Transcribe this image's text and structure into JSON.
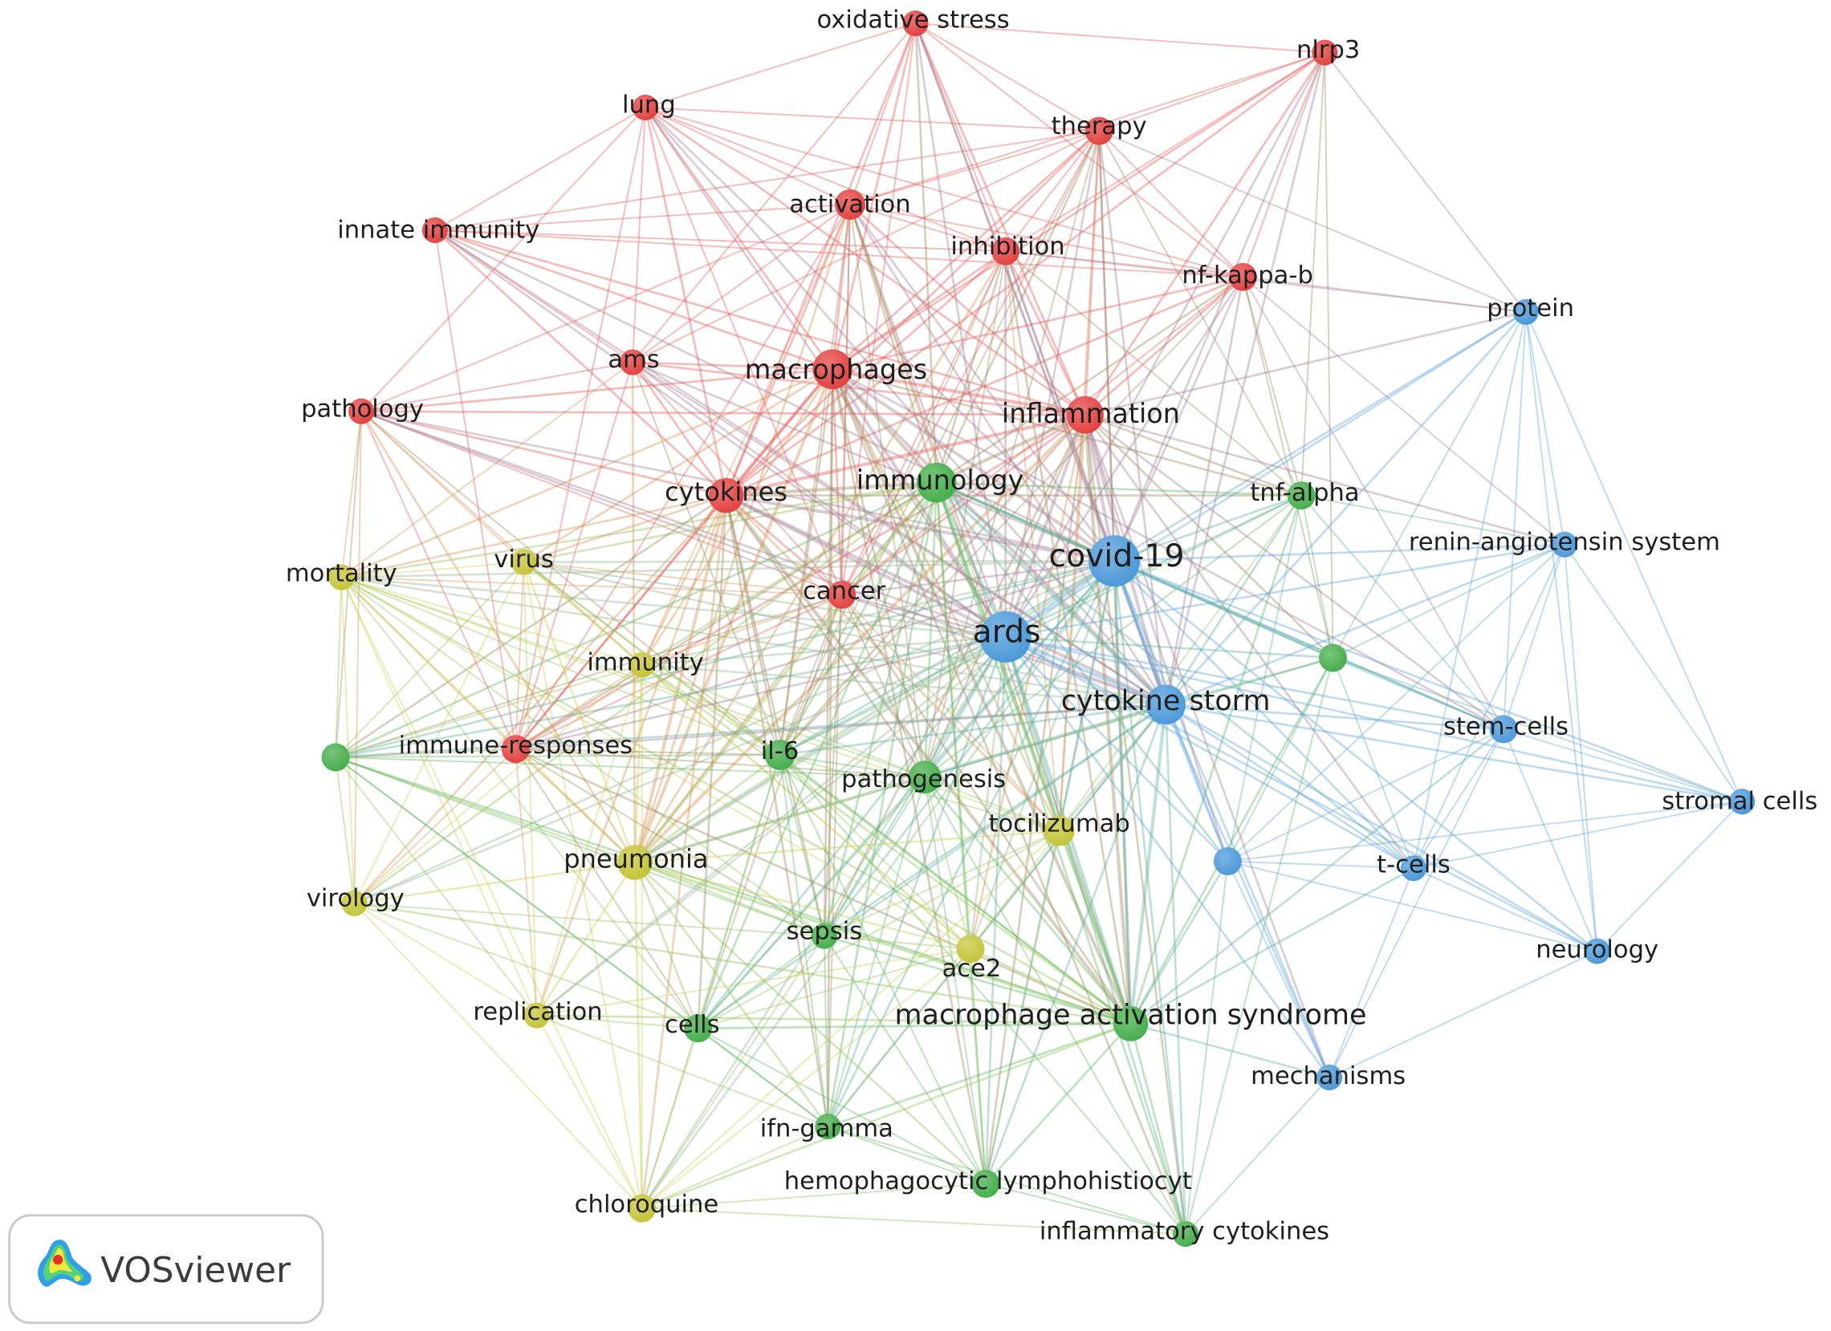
{
  "cluster_colors": {
    "1": "#e2403e",
    "2": "#43ad49",
    "3": "#4a98d8",
    "4": "#c4c336"
  },
  "nodes": [
    {
      "label": "oxidative stress",
      "cluster": 1
    },
    {
      "label": "nlrp3",
      "cluster": 1
    },
    {
      "label": "lung",
      "cluster": 1
    },
    {
      "label": "therapy",
      "cluster": 1
    },
    {
      "label": "activation",
      "cluster": 1
    },
    {
      "label": "innate immunity",
      "cluster": 1
    },
    {
      "label": "inhibition",
      "cluster": 1
    },
    {
      "label": "nf-kappa-b",
      "cluster": 1
    },
    {
      "label": "protein",
      "cluster": 3
    },
    {
      "label": "ams",
      "cluster": 1
    },
    {
      "label": "macrophages",
      "cluster": 1
    },
    {
      "label": "pathology",
      "cluster": 1
    },
    {
      "label": "inflammation",
      "cluster": 1
    },
    {
      "label": "immunology",
      "cluster": 2
    },
    {
      "label": "cytokines",
      "cluster": 1
    },
    {
      "label": "tnf-alpha",
      "cluster": 2
    },
    {
      "label": "covid-19",
      "cluster": 3
    },
    {
      "label": "renin-angiotensin system",
      "cluster": 3
    },
    {
      "label": "mortality",
      "cluster": 4
    },
    {
      "label": "virus",
      "cluster": 4
    },
    {
      "label": "cancer",
      "cluster": 1
    },
    {
      "label": "ards",
      "cluster": 3
    },
    {
      "label": "immunity",
      "cluster": 4
    },
    {
      "label": "",
      "cluster": 2
    },
    {
      "label": "cytokine storm",
      "cluster": 3
    },
    {
      "label": "stem-cells",
      "cluster": 3
    },
    {
      "label": "",
      "cluster": 2
    },
    {
      "label": "immune-responses",
      "cluster": 1
    },
    {
      "label": "il-6",
      "cluster": 2
    },
    {
      "label": "pathogenesis",
      "cluster": 2
    },
    {
      "label": "stromal cells",
      "cluster": 3
    },
    {
      "label": "tocilizumab",
      "cluster": 4
    },
    {
      "label": "",
      "cluster": 3
    },
    {
      "label": "t-cells",
      "cluster": 3
    },
    {
      "label": "pneumonia",
      "cluster": 4
    },
    {
      "label": "virology",
      "cluster": 4
    },
    {
      "label": "sepsis",
      "cluster": 2
    },
    {
      "label": "ace2",
      "cluster": 4
    },
    {
      "label": "neurology",
      "cluster": 3
    },
    {
      "label": "replication",
      "cluster": 4
    },
    {
      "label": "cells",
      "cluster": 2
    },
    {
      "label": "macrophage activation syndrome",
      "cluster": 2
    },
    {
      "label": "mechanisms",
      "cluster": 3
    },
    {
      "label": "ifn-gamma",
      "cluster": 2
    },
    {
      "label": "hemophagocytic lymphohistiocyt",
      "cluster": 2
    },
    {
      "label": "chloroquine",
      "cluster": 4
    },
    {
      "label": "inflammatory cytokines",
      "cluster": 2
    }
  ],
  "adjacency": [
    [
      1,
      2,
      3,
      4,
      6,
      7,
      9,
      10,
      12,
      13,
      14,
      16,
      20,
      21,
      24
    ],
    [
      3,
      4,
      6,
      7,
      8,
      10,
      12,
      14,
      15,
      16,
      21,
      23,
      24
    ],
    [
      3,
      4,
      5,
      6,
      7,
      9,
      10,
      11,
      12,
      14,
      16,
      20,
      21,
      24,
      27
    ],
    [
      4,
      5,
      6,
      7,
      8,
      9,
      10,
      12,
      13,
      14,
      15,
      16,
      20,
      21,
      24,
      28,
      29,
      31,
      41
    ],
    [
      5,
      6,
      7,
      9,
      10,
      11,
      12,
      13,
      14,
      16,
      20,
      21,
      22,
      24,
      27,
      28,
      29,
      31,
      34,
      41,
      43
    ],
    [
      6,
      7,
      9,
      10,
      12,
      14,
      16,
      21,
      24,
      27
    ],
    [
      7,
      8,
      10,
      12,
      13,
      14,
      15,
      16,
      20,
      21,
      24,
      28,
      29,
      31,
      34,
      41
    ],
    [
      8,
      10,
      12,
      13,
      14,
      15,
      16,
      17,
      20,
      21,
      23,
      24,
      25,
      28
    ],
    [
      12,
      16,
      17,
      21,
      23,
      24,
      25,
      30,
      33,
      38
    ],
    [
      10,
      11,
      12,
      14,
      16,
      18,
      20,
      21,
      24,
      27,
      28,
      34
    ],
    [
      11,
      12,
      13,
      14,
      15,
      16,
      18,
      19,
      20,
      21,
      22,
      24,
      25,
      27,
      28,
      29,
      31,
      34,
      36,
      41,
      43,
      44,
      46
    ],
    [
      12,
      14,
      16,
      18,
      19,
      20,
      21,
      22,
      24,
      26,
      27,
      28,
      34,
      35
    ],
    [
      13,
      14,
      15,
      16,
      17,
      20,
      21,
      23,
      24,
      25,
      27,
      28,
      29,
      31,
      32,
      33,
      34,
      36,
      37,
      41,
      42,
      44,
      46
    ],
    [
      14,
      15,
      16,
      18,
      19,
      20,
      21,
      22,
      23,
      24,
      25,
      26,
      27,
      28,
      29,
      31,
      32,
      33,
      34,
      35,
      36,
      37,
      40,
      41,
      43,
      44,
      46
    ],
    [
      15,
      16,
      18,
      19,
      20,
      21,
      22,
      24,
      26,
      27,
      28,
      29,
      31,
      34,
      35,
      36,
      39,
      40,
      41,
      43,
      45
    ],
    [
      16,
      17,
      21,
      23,
      24,
      25,
      28,
      29,
      31,
      32,
      41
    ],
    [
      17,
      18,
      19,
      20,
      21,
      22,
      23,
      24,
      25,
      26,
      27,
      28,
      29,
      30,
      31,
      32,
      33,
      34,
      35,
      36,
      37,
      38,
      39,
      40,
      41,
      42,
      43,
      44,
      45,
      46
    ],
    [
      21,
      23,
      24,
      25,
      30,
      32,
      33,
      38
    ],
    [
      19,
      20,
      21,
      22,
      24,
      26,
      27,
      28,
      29,
      31,
      34,
      35,
      36,
      37,
      39,
      40,
      41,
      45
    ],
    [
      20,
      21,
      22,
      24,
      26,
      27,
      28,
      34,
      35,
      37,
      39,
      41,
      45
    ],
    [
      21,
      22,
      24,
      26,
      27,
      28,
      29,
      31,
      34,
      36,
      40,
      41
    ],
    [
      22,
      23,
      24,
      25,
      26,
      27,
      28,
      29,
      30,
      31,
      32,
      33,
      34,
      35,
      36,
      37,
      38,
      39,
      40,
      41,
      42,
      43,
      44,
      45,
      46
    ],
    [
      24,
      26,
      27,
      28,
      29,
      34,
      35,
      37,
      39,
      41,
      45
    ],
    [
      24,
      25,
      29,
      30,
      32,
      33,
      41,
      46
    ],
    [
      25,
      26,
      27,
      28,
      29,
      30,
      31,
      32,
      33,
      34,
      36,
      37,
      38,
      40,
      41,
      42,
      43,
      44,
      46
    ],
    [
      30,
      32,
      33,
      38,
      41,
      42
    ],
    [
      27,
      28,
      29,
      34,
      35,
      36,
      39,
      40,
      41,
      43
    ],
    [
      28,
      29,
      34,
      35,
      36,
      39,
      40,
      41
    ],
    [
      29,
      31,
      34,
      36,
      37,
      40,
      41,
      43,
      44,
      45,
      46
    ],
    [
      31,
      34,
      36,
      37,
      40,
      41,
      43,
      44,
      46
    ],
    [
      32,
      33,
      38
    ],
    [
      34,
      36,
      37,
      40,
      41,
      44,
      45
    ],
    [
      33,
      38,
      41,
      42,
      46
    ],
    [
      38,
      41,
      42
    ],
    [
      35,
      36,
      37,
      39,
      40,
      41,
      43,
      44,
      45
    ],
    [
      36,
      39,
      40,
      41,
      45
    ],
    [
      37,
      40,
      41,
      43,
      44,
      45
    ],
    [
      39,
      40,
      41,
      43,
      44,
      45
    ],
    [
      42
    ],
    [
      40,
      41,
      43,
      45
    ],
    [
      41,
      43,
      44,
      45
    ],
    [
      42,
      43,
      44,
      45,
      46
    ],
    [
      46
    ],
    [
      44,
      45,
      46
    ],
    [
      45,
      46
    ],
    [
      46
    ],
    []
  ],
  "logo": {
    "text": "VOSviewer",
    "icon": "vosviewer-logo-icon"
  }
}
